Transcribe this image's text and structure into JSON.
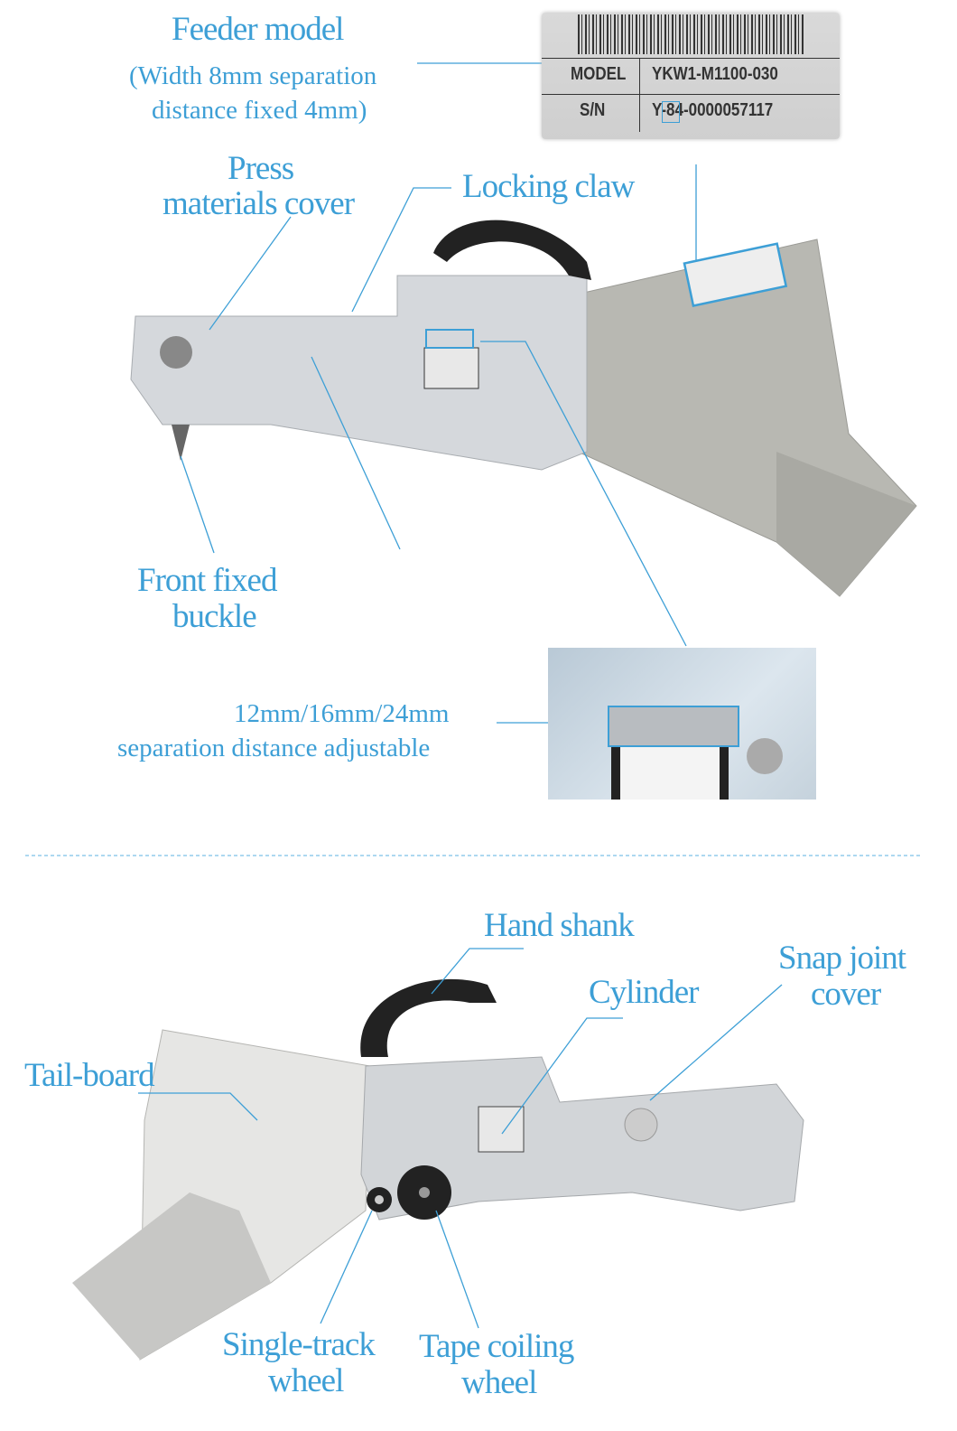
{
  "top_section": {
    "feeder_model": {
      "title": "Feeder model",
      "note_line1": "(Width 8mm separation",
      "note_line2": "distance fixed 4mm)"
    },
    "label_plate": {
      "model_key": "MODEL",
      "model_value": "YKW1-M1100-030",
      "sn_key": "S/N",
      "sn_value": "Y-84-0000057117"
    },
    "press_materials_cover": {
      "line1": "Press",
      "line2": "materials cover"
    },
    "locking_claw": "Locking claw",
    "front_fixed_buckle": {
      "line1": "Front fixed",
      "line2": "buckle"
    },
    "separation": {
      "line1": "12mm/16mm/24mm",
      "line2": "separation distance adjustable"
    }
  },
  "bottom_section": {
    "hand_shank": "Hand shank",
    "cylinder": "Cylinder",
    "snap_joint_cover": {
      "line1": "Snap joint",
      "line2": "cover"
    },
    "tail_board": "Tail-board",
    "single_track_wheel": {
      "line1": "Single-track",
      "line2": "wheel"
    },
    "tape_coiling_wheel": {
      "line1": "Tape coiling",
      "line2": "wheel"
    }
  },
  "colors": {
    "label": "#3d9fd6",
    "divider": "#5bb0e0"
  }
}
